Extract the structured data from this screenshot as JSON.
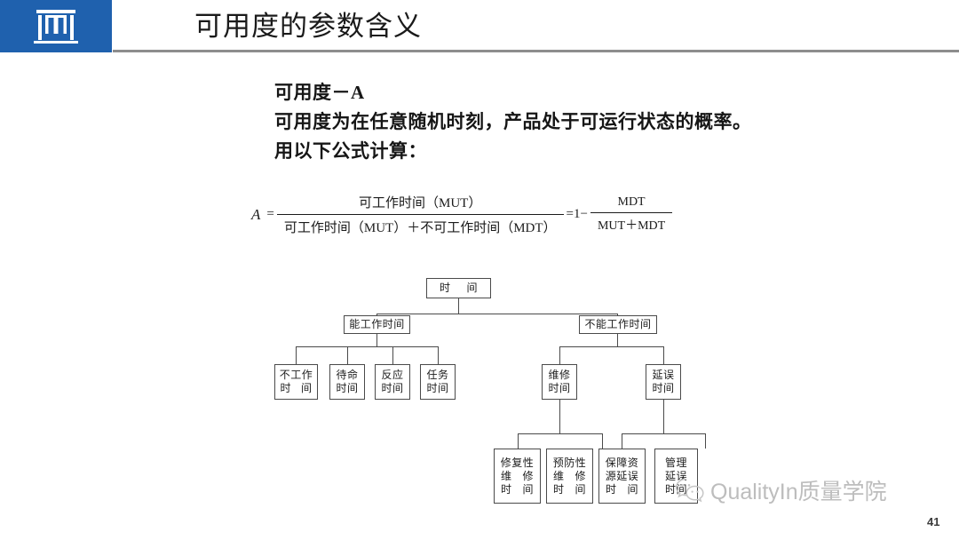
{
  "header": {
    "logo_name": "gate-logo",
    "title": "可用度的参数含义",
    "brand_color": "#1F61AE",
    "rule_color": "#8d8d8d"
  },
  "body": {
    "lines": [
      "可用度－A",
      "可用度为在任意随机时刻，产品处于可运行状态的概率。",
      "用以下公式计算："
    ]
  },
  "formula": {
    "variable": "A",
    "equals": "=",
    "first_fraction": {
      "numerator": "可工作时间（MUT）",
      "denominator": "可工作时间（MUT）＋不可工作时间（MDT）"
    },
    "middle": "=1−",
    "second_fraction": {
      "numerator": "MDT",
      "denominator": "MUT＋MDT"
    }
  },
  "tree": {
    "root": {
      "line1": "时",
      "line2": "间"
    },
    "level2": [
      {
        "label": "能工作时间"
      },
      {
        "label": "不能工作时间"
      }
    ],
    "level3_left": [
      {
        "line1": "不工作",
        "line2a": "时",
        "line2b": "间"
      },
      {
        "line1": "待命",
        "line2": "时间"
      },
      {
        "line1": "反应",
        "line2": "时间"
      },
      {
        "line1": "任务",
        "line2": "时间"
      }
    ],
    "level3_right": [
      {
        "line1": "维修",
        "line2": "时间"
      },
      {
        "line1": "延误",
        "line2": "时间"
      }
    ],
    "level4": [
      {
        "line1": "修复性",
        "line2a": "维",
        "line2b": "修",
        "line3a": "时",
        "line3b": "间"
      },
      {
        "line1": "预防性",
        "line2a": "维",
        "line2b": "修",
        "line3a": "时",
        "line3b": "间"
      },
      {
        "line1": "保障资",
        "line2": "源延误",
        "line3a": "时",
        "line3b": "间"
      },
      {
        "line1": "管理",
        "line2": "延误",
        "line3": "时间"
      }
    ]
  },
  "watermark": {
    "icon_name": "wechat-icon",
    "text": "QualityIn质量学院"
  },
  "footer": {
    "page_number": "41"
  }
}
